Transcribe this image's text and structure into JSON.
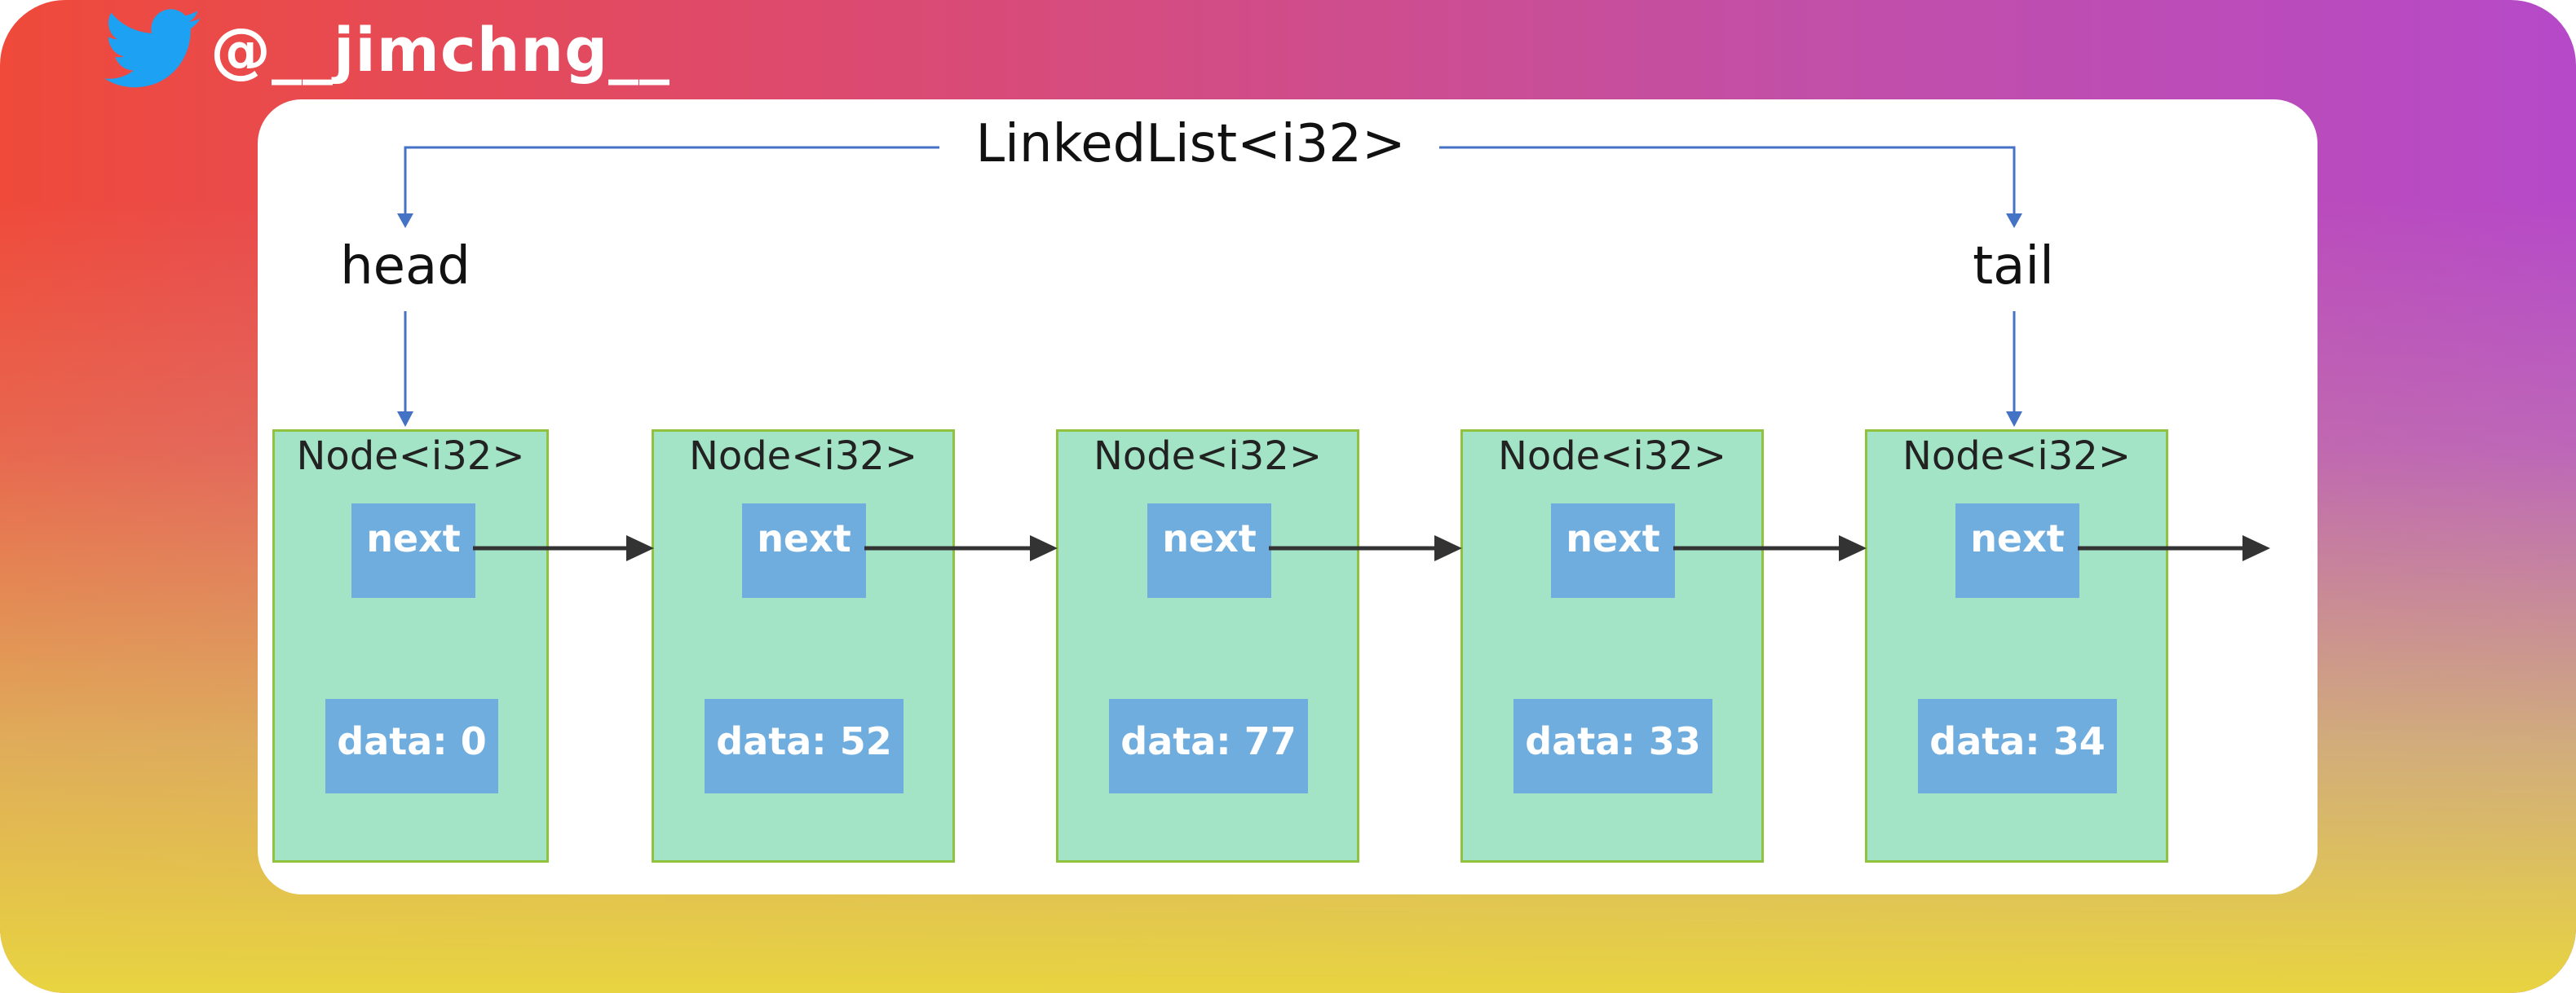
{
  "brand": {
    "handle": "@__jimchng__",
    "icon": "twitter-bird-icon",
    "color": "#1da1f2"
  },
  "list": {
    "title": "LinkedList<i32>",
    "head_label": "head",
    "tail_label": "tail"
  },
  "nodes": [
    {
      "type": "Node<i32>",
      "next_label": "next",
      "data_label": "data: 0"
    },
    {
      "type": "Node<i32>",
      "next_label": "next",
      "data_label": "data: 52"
    },
    {
      "type": "Node<i32>",
      "next_label": "next",
      "data_label": "data: 77"
    },
    {
      "type": "Node<i32>",
      "next_label": "next",
      "data_label": "data: 33"
    },
    {
      "type": "Node<i32>",
      "next_label": "next",
      "data_label": "data: 34"
    }
  ],
  "colors": {
    "node_fill": "#a3e4c6",
    "node_border": "#8fc23f",
    "field_fill": "#6fadde",
    "pointer_line": "#4472c4",
    "next_arrow": "#333333"
  }
}
